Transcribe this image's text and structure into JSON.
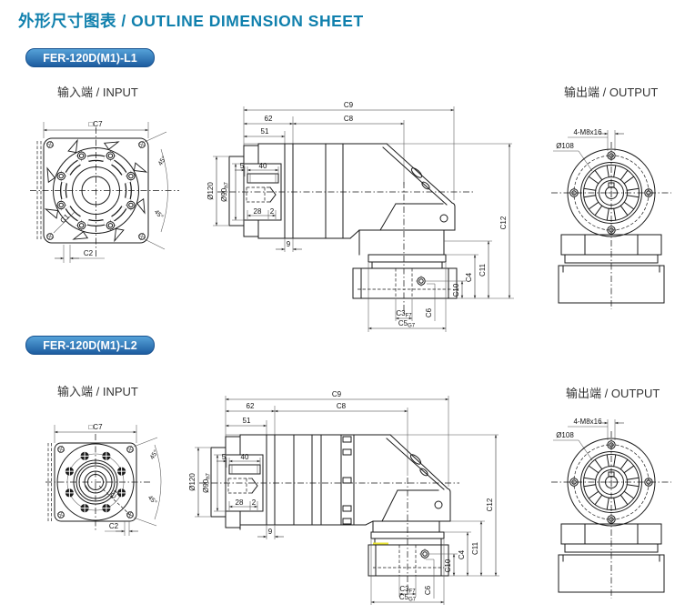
{
  "page": {
    "title": "外形尺寸图表 / OUTLINE DIMENSION SHEET"
  },
  "colors": {
    "accent": "#1080ad",
    "badge_light": "#55a2d8",
    "badge_dark": "#1d5c9f",
    "line": "#1a1a1a",
    "highlight": "#e8e337"
  },
  "sections": [
    {
      "model": "FER-120D(M1)-L1",
      "input_label": "输入端 / INPUT",
      "output_label": "输出端 / OUTPUT"
    },
    {
      "model": "FER-120D(M1)-L2",
      "input_label": "输入端 / INPUT",
      "output_label": "输出端 / OUTPUT"
    }
  ],
  "dims": {
    "c7": "□C7",
    "deg45": "45°",
    "c1": "C1",
    "c2": "C2",
    "c9": "C9",
    "c8": "C8",
    "len62": "62",
    "len51": "51",
    "len5": "5",
    "len40": "40",
    "len28": "28",
    "len2": "2",
    "len9": "9",
    "dia120": "Ø120",
    "dia90": "Ø90",
    "dia90_tol": "h7",
    "c12": "C12",
    "c11": "C11",
    "c10": "C10",
    "c6": "C6",
    "c4": "C4",
    "c3": "C3",
    "c3_tol": "F7",
    "c5": "C5",
    "c5_tol": "G7",
    "bolt_spec": "4-M8x16",
    "dia108": "Ø108"
  }
}
